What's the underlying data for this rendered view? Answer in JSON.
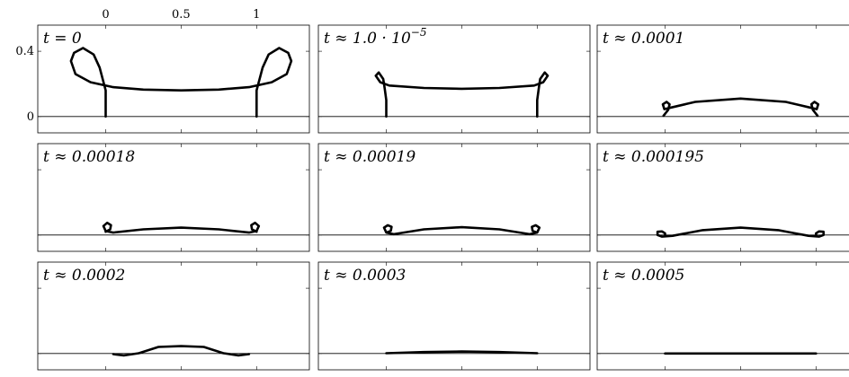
{
  "chart_data": {
    "type": "line",
    "grid": {
      "rows": 3,
      "cols": 3
    },
    "grid_lines": false,
    "x_ticks": [
      0,
      0.5,
      1
    ],
    "x_tick_labels": [
      "0",
      "0.5",
      "1"
    ],
    "y_ticks": [
      0,
      0.4
    ],
    "y_tick_labels": [
      "0",
      "0.4"
    ],
    "xlim": [
      -0.45,
      1.35
    ],
    "ylim": [
      -0.1,
      0.56
    ],
    "panels": [
      {
        "label": "t = 0",
        "curve": [
          [
            0,
            0
          ],
          [
            0,
            0.08
          ],
          [
            0,
            0.16
          ],
          [
            -0.04,
            0.3
          ],
          [
            -0.08,
            0.38
          ],
          [
            -0.15,
            0.42
          ],
          [
            -0.21,
            0.39
          ],
          [
            -0.23,
            0.34
          ],
          [
            -0.2,
            0.26
          ],
          [
            -0.1,
            0.21
          ],
          [
            0.05,
            0.18
          ],
          [
            0.25,
            0.165
          ],
          [
            0.5,
            0.16
          ],
          [
            0.75,
            0.165
          ],
          [
            0.95,
            0.18
          ],
          [
            1.1,
            0.21
          ],
          [
            1.2,
            0.26
          ],
          [
            1.23,
            0.34
          ],
          [
            1.21,
            0.39
          ],
          [
            1.15,
            0.42
          ],
          [
            1.08,
            0.38
          ],
          [
            1.04,
            0.3
          ],
          [
            1.0,
            0.16
          ],
          [
            1.0,
            0.08
          ],
          [
            1.0,
            0
          ]
        ]
      },
      {
        "label": "t ≈ 1.0 · 10",
        "label_exp": "−5",
        "curve": [
          [
            0,
            0
          ],
          [
            0,
            0.1
          ],
          [
            -0.01,
            0.17
          ],
          [
            -0.02,
            0.23
          ],
          [
            -0.05,
            0.27
          ],
          [
            -0.07,
            0.25
          ],
          [
            -0.04,
            0.21
          ],
          [
            0.02,
            0.19
          ],
          [
            0.25,
            0.175
          ],
          [
            0.5,
            0.17
          ],
          [
            0.75,
            0.175
          ],
          [
            0.98,
            0.19
          ],
          [
            1.04,
            0.21
          ],
          [
            1.07,
            0.25
          ],
          [
            1.05,
            0.27
          ],
          [
            1.02,
            0.23
          ],
          [
            1.01,
            0.17
          ],
          [
            1.0,
            0.1
          ],
          [
            1.0,
            0
          ]
        ]
      },
      {
        "label": "t ≈ 0.0001",
        "curve": [
          [
            -0.01,
            0.005
          ],
          [
            0.02,
            0.04
          ],
          [
            0.03,
            0.075
          ],
          [
            0.01,
            0.09
          ],
          [
            -0.015,
            0.075
          ],
          [
            -0.005,
            0.045
          ],
          [
            0.04,
            0.055
          ],
          [
            0.2,
            0.09
          ],
          [
            0.5,
            0.11
          ],
          [
            0.8,
            0.09
          ],
          [
            0.96,
            0.055
          ],
          [
            1.005,
            0.045
          ],
          [
            1.015,
            0.075
          ],
          [
            0.99,
            0.09
          ],
          [
            0.97,
            0.075
          ],
          [
            0.98,
            0.04
          ],
          [
            1.01,
            0.005
          ]
        ]
      },
      {
        "label": "t ≈ 0.00018",
        "curve": [
          [
            0,
            0.02
          ],
          [
            0.03,
            0.035
          ],
          [
            0.035,
            0.06
          ],
          [
            0.01,
            0.075
          ],
          [
            -0.015,
            0.055
          ],
          [
            0.0,
            0.025
          ],
          [
            0.05,
            0.015
          ],
          [
            0.25,
            0.035
          ],
          [
            0.5,
            0.045
          ],
          [
            0.75,
            0.035
          ],
          [
            0.95,
            0.015
          ],
          [
            1.0,
            0.025
          ],
          [
            1.015,
            0.055
          ],
          [
            0.99,
            0.075
          ],
          [
            0.965,
            0.06
          ],
          [
            0.97,
            0.035
          ],
          [
            1.0,
            0.02
          ]
        ]
      },
      {
        "label": "t ≈ 0.00019",
        "curve": [
          [
            0,
            0.015
          ],
          [
            0.03,
            0.025
          ],
          [
            0.035,
            0.05
          ],
          [
            0.01,
            0.06
          ],
          [
            -0.015,
            0.045
          ],
          [
            0.0,
            0.015
          ],
          [
            0.05,
            0.005
          ],
          [
            0.25,
            0.035
          ],
          [
            0.5,
            0.048
          ],
          [
            0.75,
            0.035
          ],
          [
            0.95,
            0.005
          ],
          [
            1.0,
            0.015
          ],
          [
            1.015,
            0.045
          ],
          [
            0.99,
            0.06
          ],
          [
            0.965,
            0.05
          ],
          [
            0.97,
            0.025
          ],
          [
            1.0,
            0.015
          ]
        ]
      },
      {
        "label": "t ≈ 0.000195",
        "curve": [
          [
            0,
            0.0
          ],
          [
            0.0,
            0.01
          ],
          [
            -0.02,
            0.022
          ],
          [
            -0.05,
            0.02
          ],
          [
            -0.05,
            0.0
          ],
          [
            -0.02,
            -0.01
          ],
          [
            0.05,
            -0.005
          ],
          [
            0.25,
            0.03
          ],
          [
            0.5,
            0.045
          ],
          [
            0.75,
            0.03
          ],
          [
            0.95,
            -0.005
          ],
          [
            1.02,
            -0.01
          ],
          [
            1.05,
            0.0
          ],
          [
            1.05,
            0.02
          ],
          [
            1.02,
            0.022
          ],
          [
            1.0,
            0.01
          ],
          [
            1.0,
            0.0
          ]
        ]
      },
      {
        "label": "t ≈ 0.0002",
        "curve": [
          [
            0.05,
            -0.004
          ],
          [
            0.12,
            -0.012
          ],
          [
            0.22,
            0.002
          ],
          [
            0.35,
            0.04
          ],
          [
            0.5,
            0.045
          ],
          [
            0.65,
            0.04
          ],
          [
            0.78,
            0.002
          ],
          [
            0.88,
            -0.012
          ],
          [
            0.95,
            -0.004
          ]
        ]
      },
      {
        "label": "t ≈ 0.0003",
        "curve": [
          [
            0.0,
            0.002
          ],
          [
            0.25,
            0.009
          ],
          [
            0.5,
            0.012
          ],
          [
            0.75,
            0.009
          ],
          [
            1.0,
            0.002
          ]
        ]
      },
      {
        "label": "t ≈ 0.0005",
        "curve": [
          [
            0.0,
            0.0
          ],
          [
            0.5,
            0.0
          ],
          [
            1.0,
            0.0
          ]
        ]
      }
    ]
  }
}
